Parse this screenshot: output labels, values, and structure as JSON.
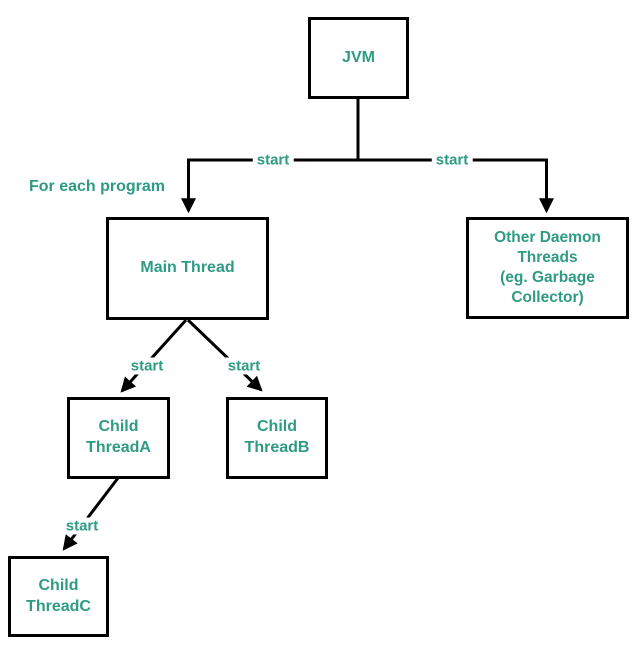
{
  "colors": {
    "text": "#2e9b84",
    "line": "#000000",
    "box_bg": "#ffffff"
  },
  "nodes": {
    "jvm": {
      "label": "JVM"
    },
    "main_thread": {
      "label": "Main Thread"
    },
    "other_daemon_threads": {
      "label": [
        "Other Daemon",
        "Threads",
        "(eg. Garbage",
        "Collector)"
      ]
    },
    "child_thread_a": {
      "label": [
        "Child",
        "ThreadA"
      ]
    },
    "child_thread_b": {
      "label": [
        "Child",
        "ThreadB"
      ]
    },
    "child_thread_c": {
      "label": [
        "Child",
        "ThreadC"
      ]
    }
  },
  "edge_labels": {
    "jvm_to_main": "start",
    "jvm_to_daemon": "start",
    "main_to_child_a": "start",
    "main_to_child_b": "start",
    "child_a_to_child_c": "start",
    "for_each_program": "For each program"
  }
}
